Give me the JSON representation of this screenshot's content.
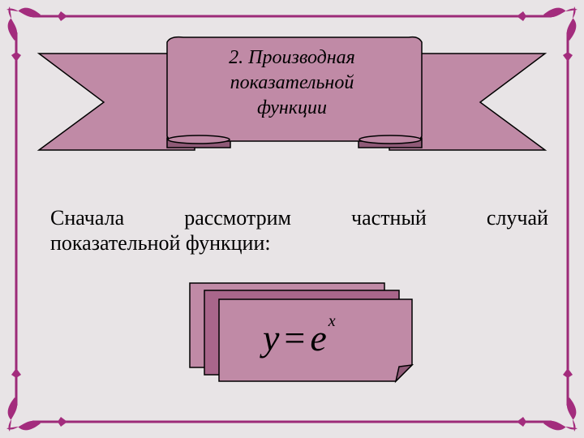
{
  "title": {
    "line1": "2. Производная",
    "line2": "показательной",
    "line3": "функции"
  },
  "body": {
    "w1": "Сначала",
    "w2": "рассмотрим",
    "w3": "частный",
    "w4": "случай",
    "line2": "показательной функции:"
  },
  "formula": {
    "lhs": "y",
    "eq": "=",
    "base": "e",
    "exp": "x"
  },
  "colors": {
    "background": "#e8e4e6",
    "ribbon": "#c08aa6",
    "ribbon_shadow": "#8f5a77",
    "border_accent": "#9c2a78",
    "card": "#c08aa6"
  },
  "icons": [
    "heart-icon",
    "flourish-icon"
  ]
}
